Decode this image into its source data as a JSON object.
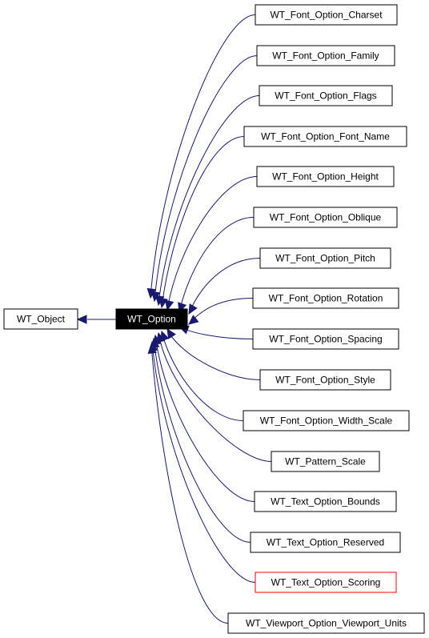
{
  "colors": {
    "edge": "#191970",
    "focus_fill": "#000000",
    "focus_text": "#ffffff",
    "highlight_border": "#ff0000"
  },
  "base": {
    "label": "WT_Object"
  },
  "focus": {
    "label": "WT_Option"
  },
  "children": [
    {
      "label": "WT_Font_Option_Charset"
    },
    {
      "label": "WT_Font_Option_Family"
    },
    {
      "label": "WT_Font_Option_Flags"
    },
    {
      "label": "WT_Font_Option_Font_Name"
    },
    {
      "label": "WT_Font_Option_Height"
    },
    {
      "label": "WT_Font_Option_Oblique"
    },
    {
      "label": "WT_Font_Option_Pitch"
    },
    {
      "label": "WT_Font_Option_Rotation"
    },
    {
      "label": "WT_Font_Option_Spacing"
    },
    {
      "label": "WT_Font_Option_Style"
    },
    {
      "label": "WT_Font_Option_Width_Scale"
    },
    {
      "label": "WT_Pattern_Scale"
    },
    {
      "label": "WT_Text_Option_Bounds"
    },
    {
      "label": "WT_Text_Option_Reserved"
    },
    {
      "label": "WT_Text_Option_Scoring",
      "highlight": "red"
    },
    {
      "label": "WT_Viewport_Option_Viewport_Units"
    }
  ]
}
